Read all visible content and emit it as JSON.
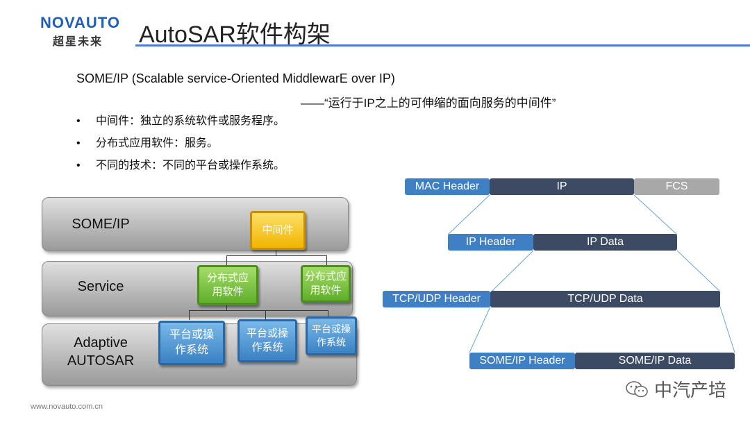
{
  "header": {
    "logo_en": "NOVAUTO",
    "logo_zh": "超星未来",
    "title": "AutoSAR软件构架"
  },
  "intro": {
    "line1": "SOME/IP (Scalable service-Oriented MiddlewarE over IP)",
    "line2": "——“运行于IP之上的可伸缩的面向服务的中间件”"
  },
  "bullets": [
    "中间件：独立的系统软件或服务程序。",
    "分布式应用软件：服务。",
    "不同的技术：不同的平台或操作系统。"
  ],
  "stack": {
    "layers": [
      "SOME/IP",
      "Service",
      "Adaptive\nAUTOSAR"
    ],
    "middleware": "中间件",
    "services": [
      "分布式应\n用软件",
      "分布式应\n用软件"
    ],
    "platforms": [
      "平台或操\n作系统",
      "平台或操\n作系统",
      "平台或操\n作系统"
    ]
  },
  "encapsulation": {
    "row1": [
      "MAC Header",
      "IP",
      "FCS"
    ],
    "row2": [
      "IP Header",
      "IP Data"
    ],
    "row3": [
      "TCP/UDP Header",
      "TCP/UDP Data"
    ],
    "row4": [
      "SOME/IP Header",
      "SOME/IP  Data"
    ]
  },
  "colors": {
    "header_blue": "#3f7fc4",
    "data_navy": "#3c4a63",
    "fcs_gray": "#a8a8a8",
    "title_rule": "#4a7fc8"
  },
  "footer": {
    "url": "www.novauto.com.cn",
    "watermark": "中汽产培"
  }
}
